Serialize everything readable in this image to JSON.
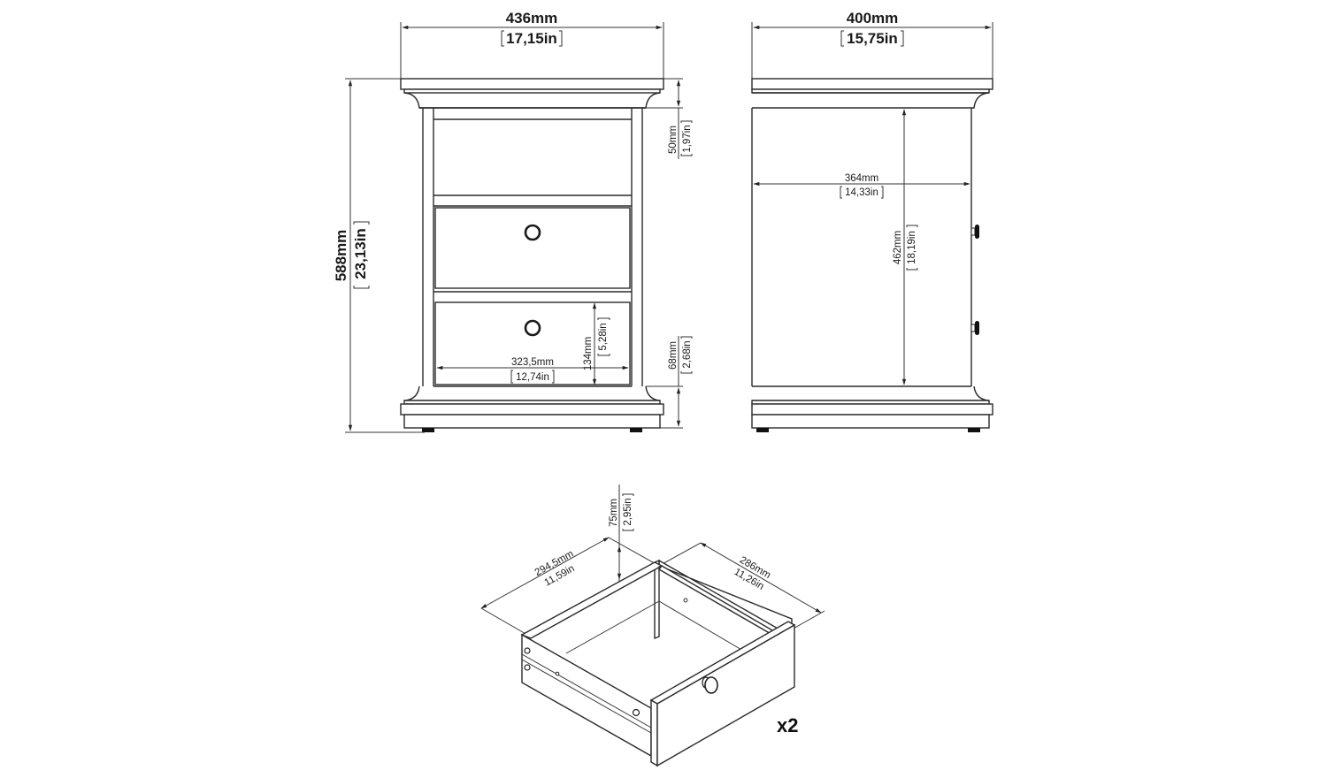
{
  "diagram": {
    "type": "furniture-dimension-drawing",
    "subject": "bedside table with 2 drawers",
    "views": {
      "front": {
        "width": {
          "mm": "436mm",
          "in": "17,15in"
        },
        "height": {
          "mm": "588mm",
          "in": "23,13in"
        },
        "top_gap": {
          "mm": "50mm",
          "in": "1,97in"
        },
        "base_height": {
          "mm": "68mm",
          "in": "2,68in"
        },
        "drawer_height": {
          "mm": "134mm",
          "in": "5,28in"
        },
        "inner_width": {
          "mm": "323,5mm",
          "in": "12,74in"
        }
      },
      "side": {
        "depth": {
          "mm": "400mm",
          "in": "15,75in"
        },
        "inner_depth": {
          "mm": "364mm",
          "in": "14,33in"
        },
        "inner_height": {
          "mm": "462mm",
          "in": "18,19in"
        }
      },
      "drawer": {
        "depth": {
          "mm": "294,5mm",
          "in": "11,59in"
        },
        "width": {
          "mm": "286mm",
          "in": "11,26in"
        },
        "height": {
          "mm": "75mm",
          "in": "2,95in"
        },
        "quantity": "x2"
      }
    }
  },
  "colors": {
    "line": "#2a2a2a",
    "background": "#ffffff",
    "feet": "#111111"
  }
}
